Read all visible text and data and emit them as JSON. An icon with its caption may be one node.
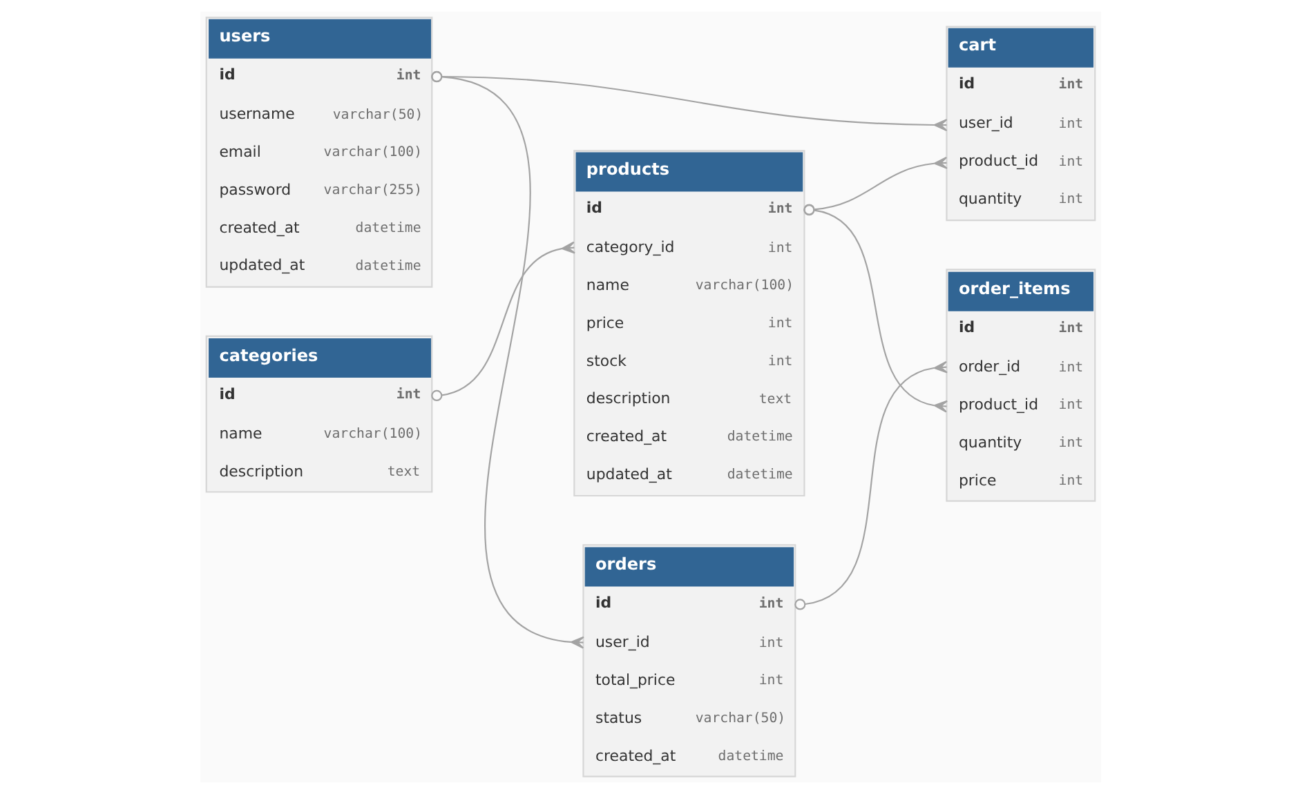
{
  "diagram": {
    "nodes": [
      {
        "text": [
          "users",
          "id",
          "int",
          "username",
          "varchar(50)",
          "email",
          "varchar(100)",
          "password",
          "varchar(255)",
          "created_at",
          "datetime",
          "updated_at",
          "datetime"
        ]
      },
      {
        "text": [
          "products",
          "id",
          "int",
          "category_id",
          "int",
          "name",
          "varchar(100)",
          "price",
          "int",
          "stock",
          "int",
          "description",
          "text",
          "created_at",
          "datetime",
          "updated_at",
          "datetime"
        ]
      },
      {
        "text": [
          "cart",
          "id",
          "int",
          "user_id",
          "int",
          "product_id",
          "int",
          "quantity",
          "int"
        ]
      },
      {
        "text": [
          "categories",
          "id",
          "int",
          "name",
          "varchar(100)",
          "description",
          "text"
        ]
      },
      {
        "text": [
          "order_items",
          "id",
          "int",
          "order_id",
          "int",
          "product_id",
          "int",
          "quantity",
          "int",
          "price",
          "int"
        ]
      },
      {
        "text": [
          "orders",
          "id",
          "int",
          "user_id",
          "int",
          "total_price",
          "int",
          "status",
          "varchar(50)",
          "created_at",
          "datetime"
        ]
      }
    ],
    "edges": [
      {
        "from": 0,
        "to": 2,
        "arrow": "other"
      },
      {
        "from": 0,
        "to": 5,
        "arrow": "other"
      },
      {
        "from": 3,
        "to": 1,
        "arrow": "other"
      },
      {
        "from": 1,
        "to": 2,
        "arrow": "other"
      },
      {
        "from": 1,
        "to": 4,
        "arrow": "other"
      },
      {
        "from": 5,
        "to": 4,
        "arrow": "other"
      }
    ]
  }
}
